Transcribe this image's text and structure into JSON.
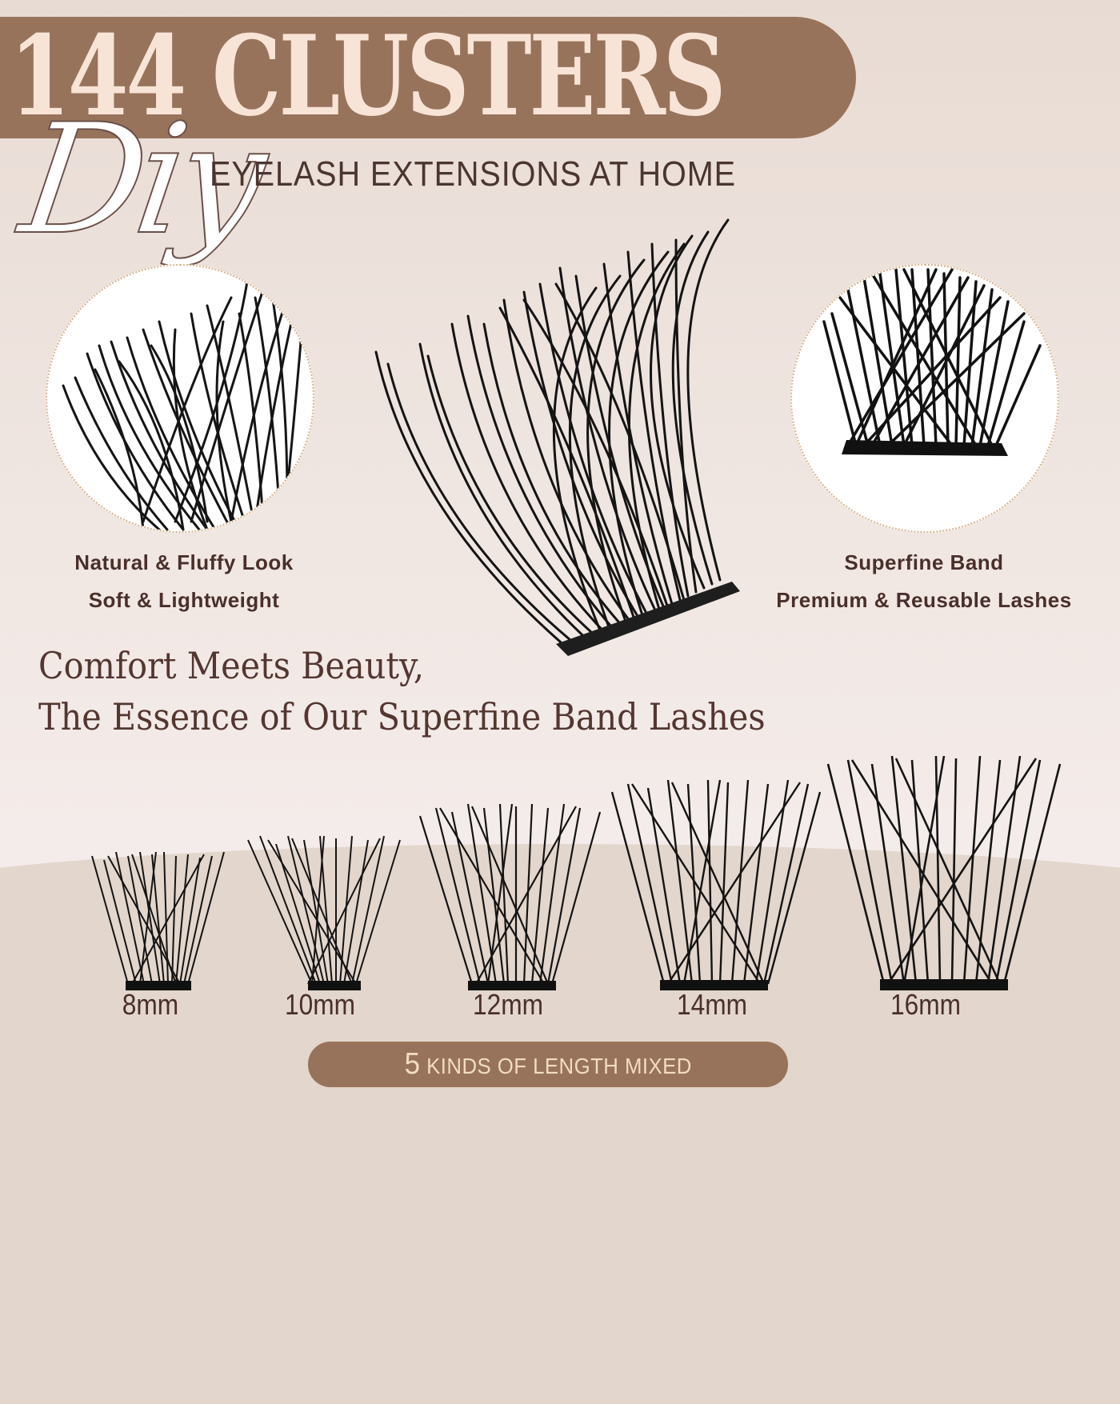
{
  "header": {
    "count": "144",
    "title_word": "CLUSTERS",
    "title": "144 CLUSTERS",
    "script_word": "Diy",
    "subtitle": "EYELASH EXTENSIONS AT HOME"
  },
  "features": {
    "left": {
      "image": "natural-fluffy-lash-closeup",
      "line1": "Natural & Fluffy Look",
      "line2": "Soft & Lightweight"
    },
    "center": {
      "image": "curled-lash-cluster-superfine-band"
    },
    "right": {
      "image": "superfine-band-closeup",
      "line1": "Superfine Band",
      "line2": "Premium & Reusable Lashes"
    }
  },
  "tagline": {
    "line1": "Comfort Meets Beauty,",
    "line2": "The Essence of Our Superfine Band Lashes"
  },
  "lengths": [
    {
      "label": "8mm"
    },
    {
      "label": "10mm"
    },
    {
      "label": "12mm"
    },
    {
      "label": "14mm"
    },
    {
      "label": "16mm"
    }
  ],
  "footer_pill": {
    "number": "5",
    "text": "KINDS OF LENGTH MIXED"
  },
  "colors": {
    "accent_brown": "#98735b",
    "title_cream": "#f8e4d6",
    "text_dark": "#4a2f2a",
    "background": "#efe5e0",
    "pill_text": "#f1dcc0"
  }
}
